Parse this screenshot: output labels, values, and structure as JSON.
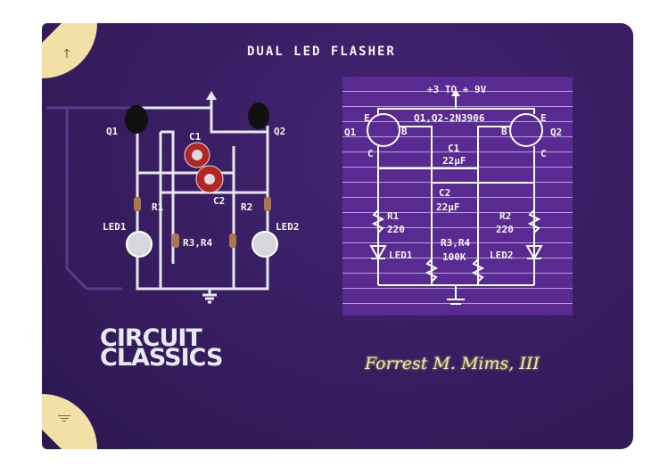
{
  "board": {
    "title": "DUAL LED FLASHER",
    "colors": {
      "pcb": "#3a1f66",
      "silkscreen": "#f4f4f4",
      "pad_gold": "#f2e0a6",
      "schematic_bg": "#5a2a93"
    },
    "corner_top_left_icon": "up-arrow-icon",
    "corner_bottom_left_icon": "ground-icon"
  },
  "circuit_labels": {
    "q1": "Q1",
    "q2": "Q2",
    "c1": "C1",
    "c2": "C2",
    "r1": "R1",
    "r2": "R2",
    "r3r4": "R3,R4",
    "led1": "LED1",
    "led2": "LED2"
  },
  "schematic": {
    "supply": "+3 TO + 9V",
    "transistors": "Q1,Q2-2N3906",
    "q1": "Q1",
    "q2": "Q2",
    "e1": "E",
    "b1": "B",
    "c1pin": "C",
    "e2": "E",
    "b2": "B",
    "c2pin": "C",
    "cap1_name": "C1",
    "cap1_value": "22µF",
    "cap2_name": "C2",
    "cap2_value": "22µF",
    "r1_name": "R1",
    "r1_value": "220",
    "r2_name": "R2",
    "r2_value": "220",
    "r34_name": "R3,R4",
    "r34_value": "100K",
    "led1": "LED1",
    "led2": "LED2"
  },
  "logo": {
    "line1": "CIRCUIT",
    "line2": "CLASSICS"
  },
  "signature": "Forrest M. Mims, III"
}
